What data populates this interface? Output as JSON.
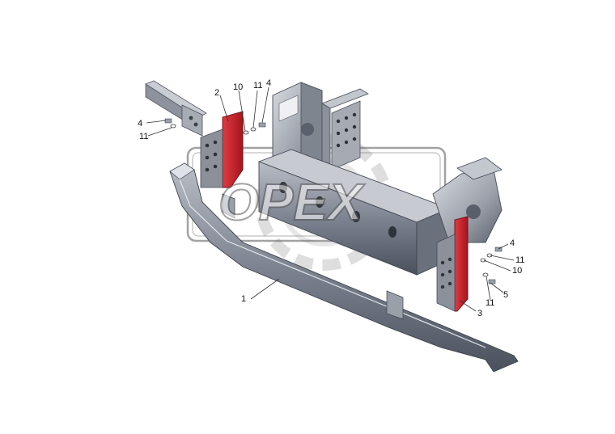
{
  "watermark": {
    "text": "OPEX"
  },
  "colors": {
    "frame": "#9aa0aa",
    "frame_dark": "#4e5563",
    "frame_light": "#d4d7dd",
    "bracket_red": "#c8202a",
    "bracket_grey": "#8a8f98"
  },
  "callouts": [
    {
      "id": "c1",
      "label": "1"
    },
    {
      "id": "c2",
      "label": "2"
    },
    {
      "id": "c3",
      "label": "3"
    },
    {
      "id": "c4a",
      "label": "4"
    },
    {
      "id": "c4b",
      "label": "4"
    },
    {
      "id": "c4c",
      "label": "4"
    },
    {
      "id": "c5",
      "label": "5"
    },
    {
      "id": "c10a",
      "label": "10"
    },
    {
      "id": "c10b",
      "label": "10"
    },
    {
      "id": "c11a",
      "label": "11"
    },
    {
      "id": "c11b",
      "label": "11"
    },
    {
      "id": "c11c",
      "label": "11"
    },
    {
      "id": "c11d",
      "label": "11"
    }
  ]
}
